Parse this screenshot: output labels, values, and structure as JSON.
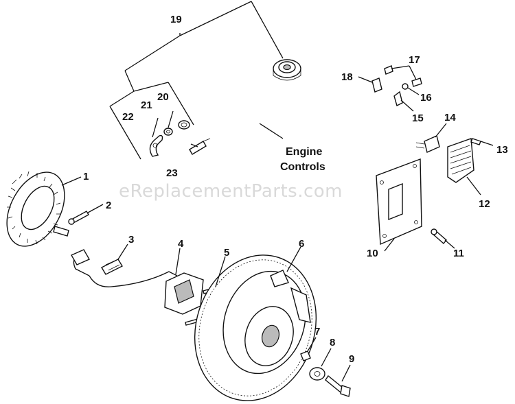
{
  "diagram": {
    "watermark": "eReplacementParts.com",
    "controls_label_line1": "Engine",
    "controls_label_line2": "Controls",
    "callouts": [
      "1",
      "2",
      "3",
      "4",
      "5",
      "6",
      "7",
      "8",
      "9",
      "10",
      "11",
      "12",
      "13",
      "14",
      "15",
      "16",
      "17",
      "18",
      "19",
      "20",
      "21",
      "22",
      "23"
    ]
  }
}
